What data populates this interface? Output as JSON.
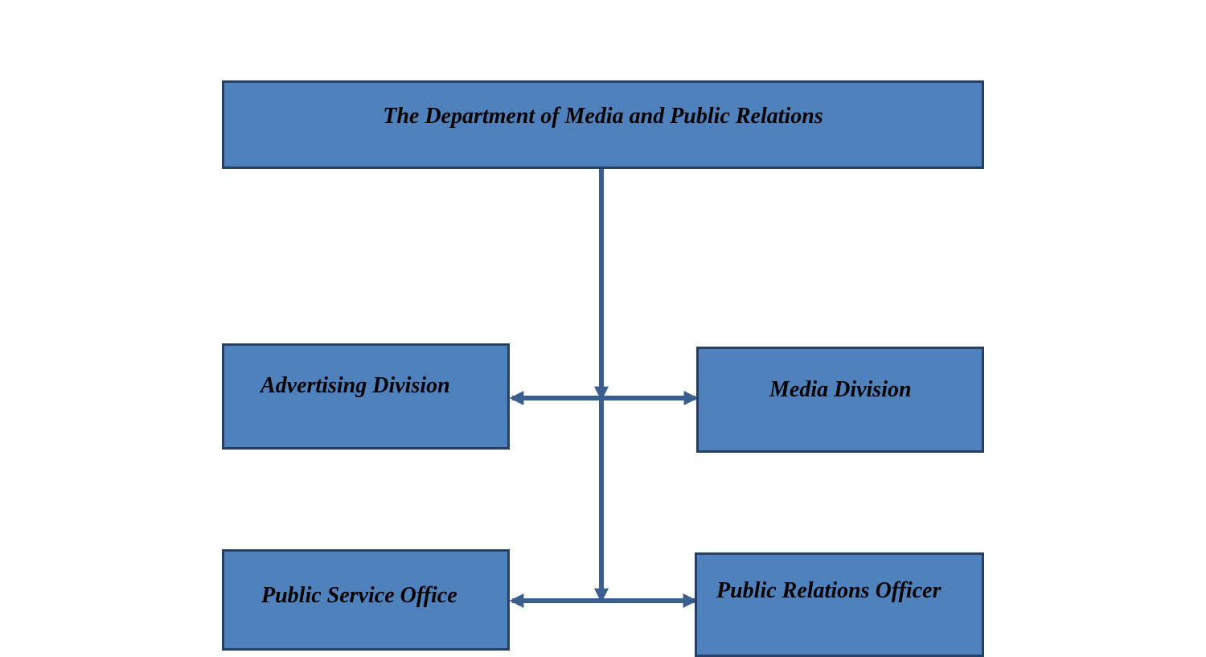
{
  "org_chart": {
    "root": {
      "label": "The Department of Media and Public Relations"
    },
    "units": {
      "advertising_division": "Advertising Division",
      "media_division": "Media Division",
      "public_service_office": "Public Service Office",
      "public_relations_officer": "Public Relations Officer"
    }
  },
  "colors": {
    "box_fill": "#4f81bd",
    "box_border": "#263f63",
    "connector": "#3a5f8f",
    "text": "#000000"
  }
}
